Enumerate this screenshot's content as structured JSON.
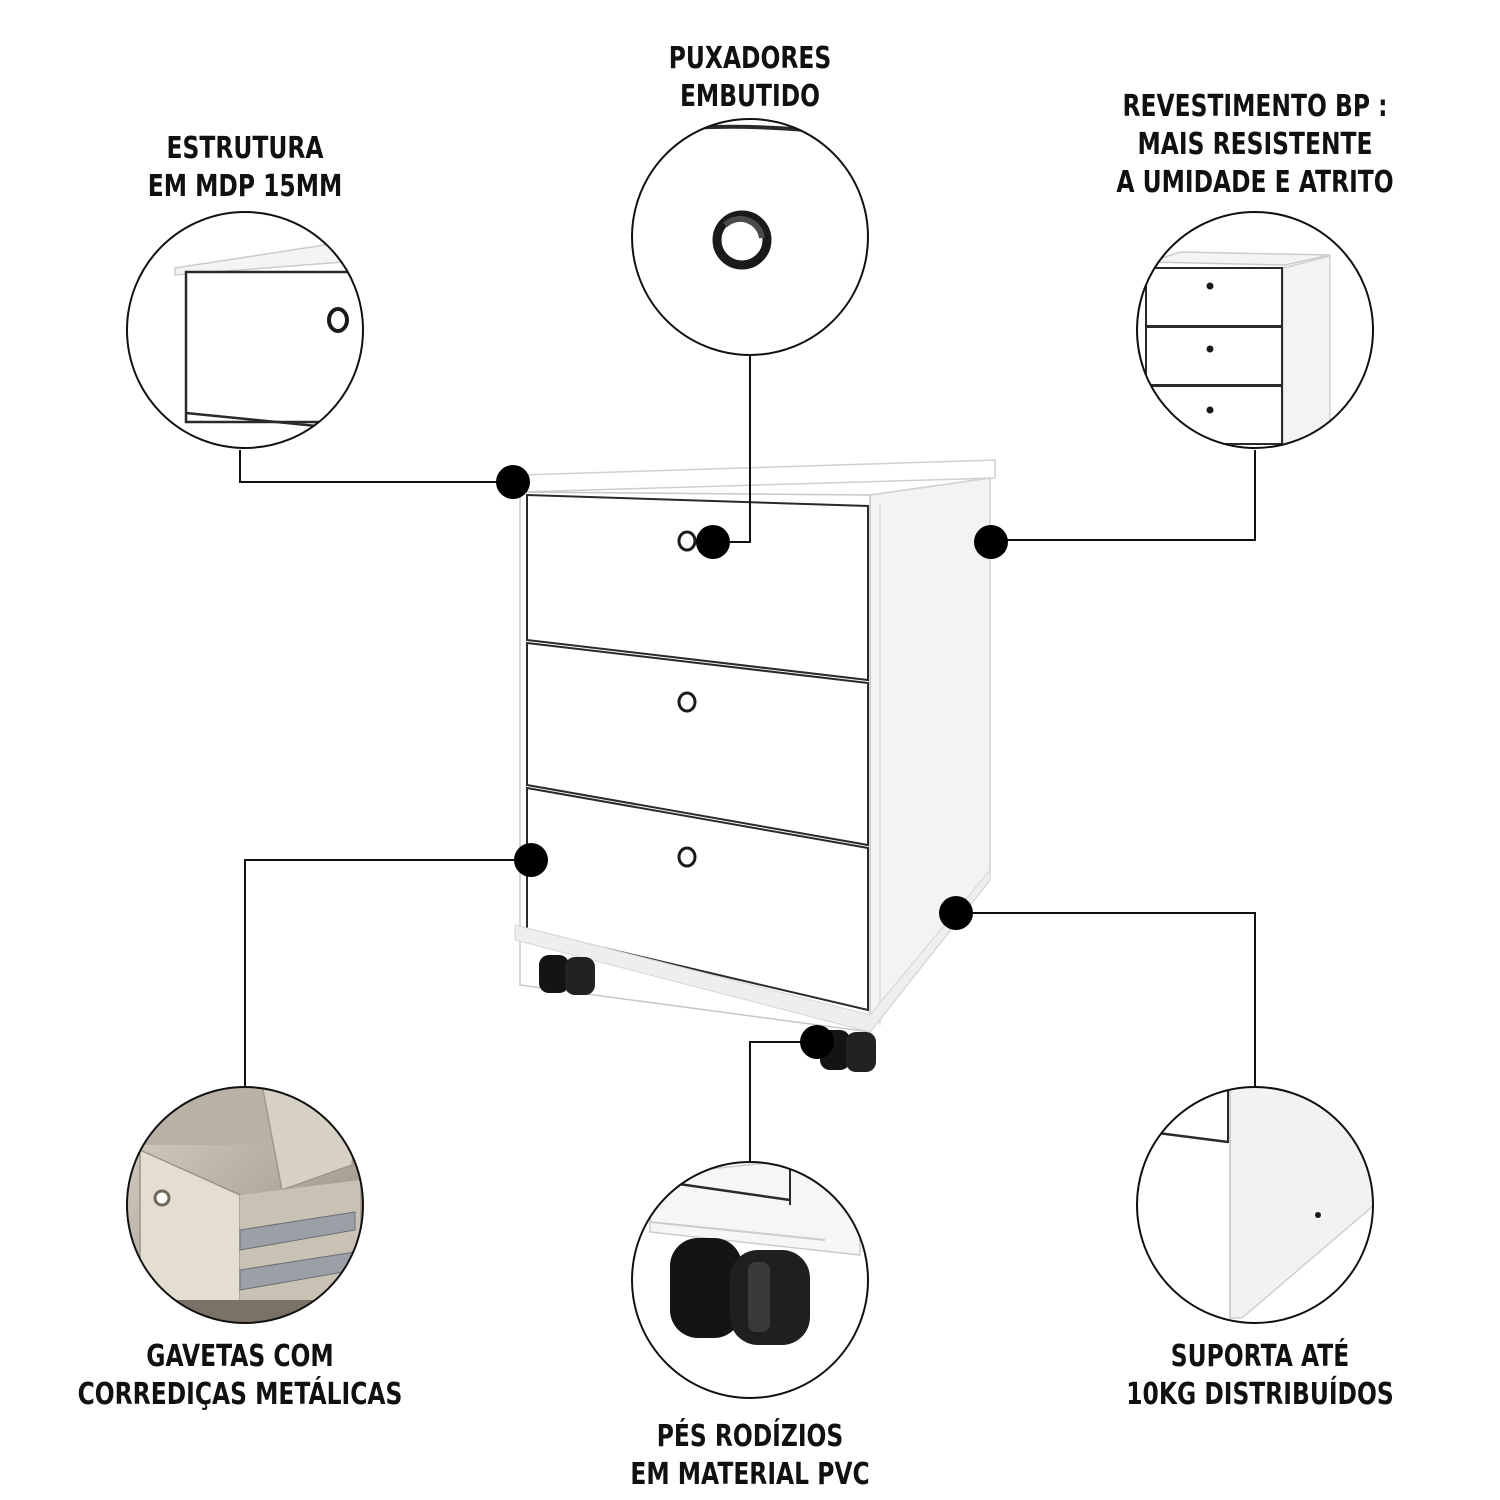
{
  "callouts": {
    "estrutura": {
      "line1": "ESTRUTURA",
      "line2": "EM MDP 15MM"
    },
    "puxadores": {
      "line1": "PUXADORES",
      "line2": "EMBUTIDO"
    },
    "revestimento": {
      "line1": "REVESTIMENTO BP :",
      "line2": "MAIS RESISTENTE",
      "line3": "A UMIDADE E ATRITO"
    },
    "gavetas": {
      "line1": "GAVETAS COM",
      "line2": "CORREDIÇAS METÁLICAS"
    },
    "rodizios": {
      "line1": "PÉS RODÍZIOS",
      "line2": "EM MATERIAL PVC"
    },
    "suporta": {
      "line1": "SUPORTA ATÉ",
      "line2": "10KG DISTRIBUÍDOS"
    }
  },
  "colors": {
    "background": "#ffffff",
    "furniture": "#ffffff",
    "outline": "#1a1a1a",
    "marker": "#000000",
    "wheel": "#141414"
  }
}
